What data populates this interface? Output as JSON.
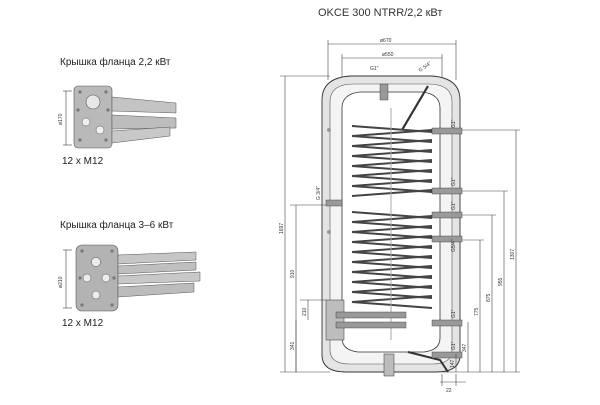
{
  "title": "OKCE 300 NTRR/2,2 кВт",
  "flange_small": {
    "caption": "Крышка фланца 2,2 кВт",
    "bolts": "12 x M12",
    "dia": "ø170"
  },
  "flange_large": {
    "caption": "Крышка фланца 3–6 кВт",
    "bolts": "12 x M12",
    "dia": "ø210"
  },
  "dimensions": {
    "outer_diameter": "ø670",
    "inner_diameter": "ø550",
    "top_port_1": "G1\"",
    "top_port_2": "G 5/4\"",
    "left_port": "G 3/4\"",
    "right_ports": [
      "G1\"",
      "G1\"",
      "G1\"",
      "G1\"",
      "G1\""
    ],
    "right_mid_port": "G5/4\"",
    "heights_left": [
      "1697",
      "910",
      "341"
    ],
    "flange_offset": "210",
    "heights_right": [
      "1307",
      "955",
      "875",
      "775",
      "347",
      "147"
    ],
    "bottom_offset": "22"
  },
  "colors": {
    "line": "#333333",
    "coil": "#444444",
    "fill": "#e6e6e6",
    "flange": "#b8b8b8"
  }
}
